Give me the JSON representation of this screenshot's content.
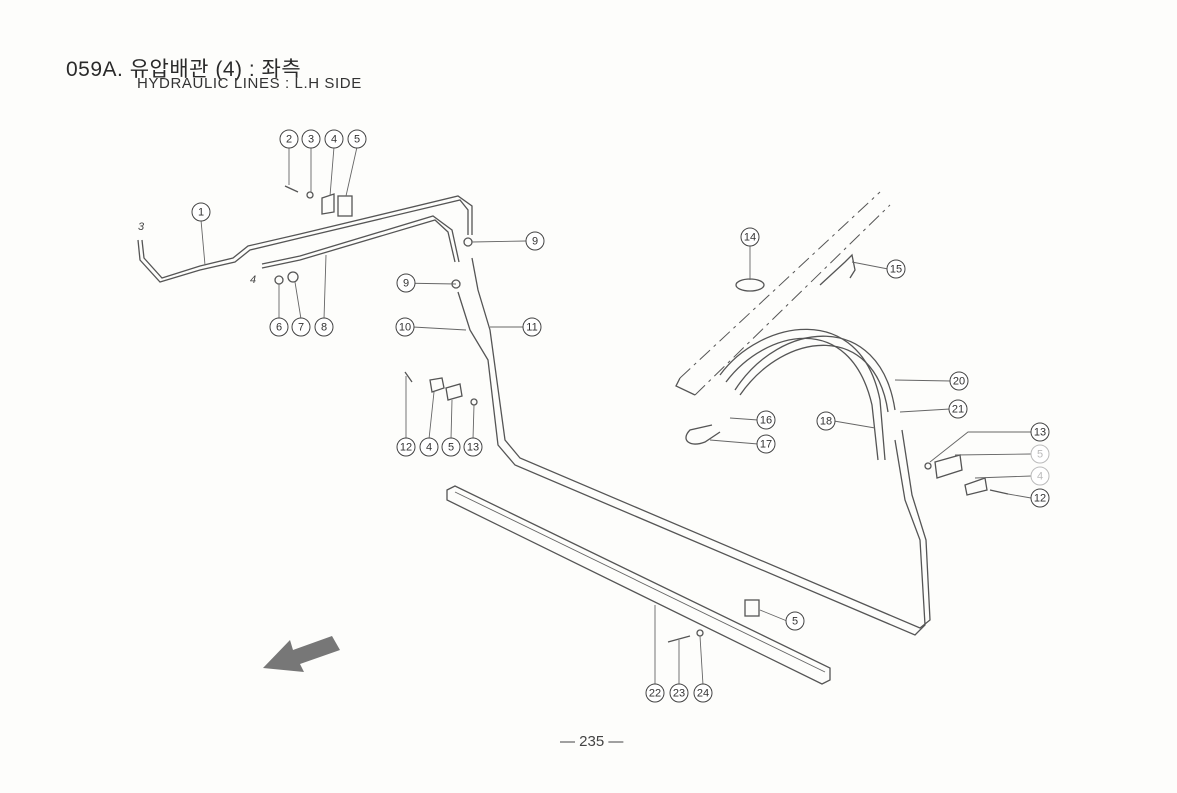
{
  "header": {
    "title": "059A. 유압배관 (4) : 좌측",
    "subtitle": "HYDRAULIC LINES : L.H SIDE"
  },
  "callouts": [
    "2",
    "3",
    "4",
    "5",
    "1",
    "9",
    "9",
    "15",
    "14",
    "6",
    "7",
    "8",
    "10",
    "11",
    "20",
    "21",
    "16",
    "18",
    "17",
    "13",
    "5",
    "4",
    "12",
    "12",
    "4",
    "5",
    "13",
    "5",
    "22",
    "23",
    "24"
  ],
  "small_labels": [
    "3",
    "4"
  ],
  "footer": {
    "page_number": "— 235 —"
  },
  "colors": {
    "line": "#555555",
    "background": "#fdfdfb",
    "arrow": "#777777"
  }
}
